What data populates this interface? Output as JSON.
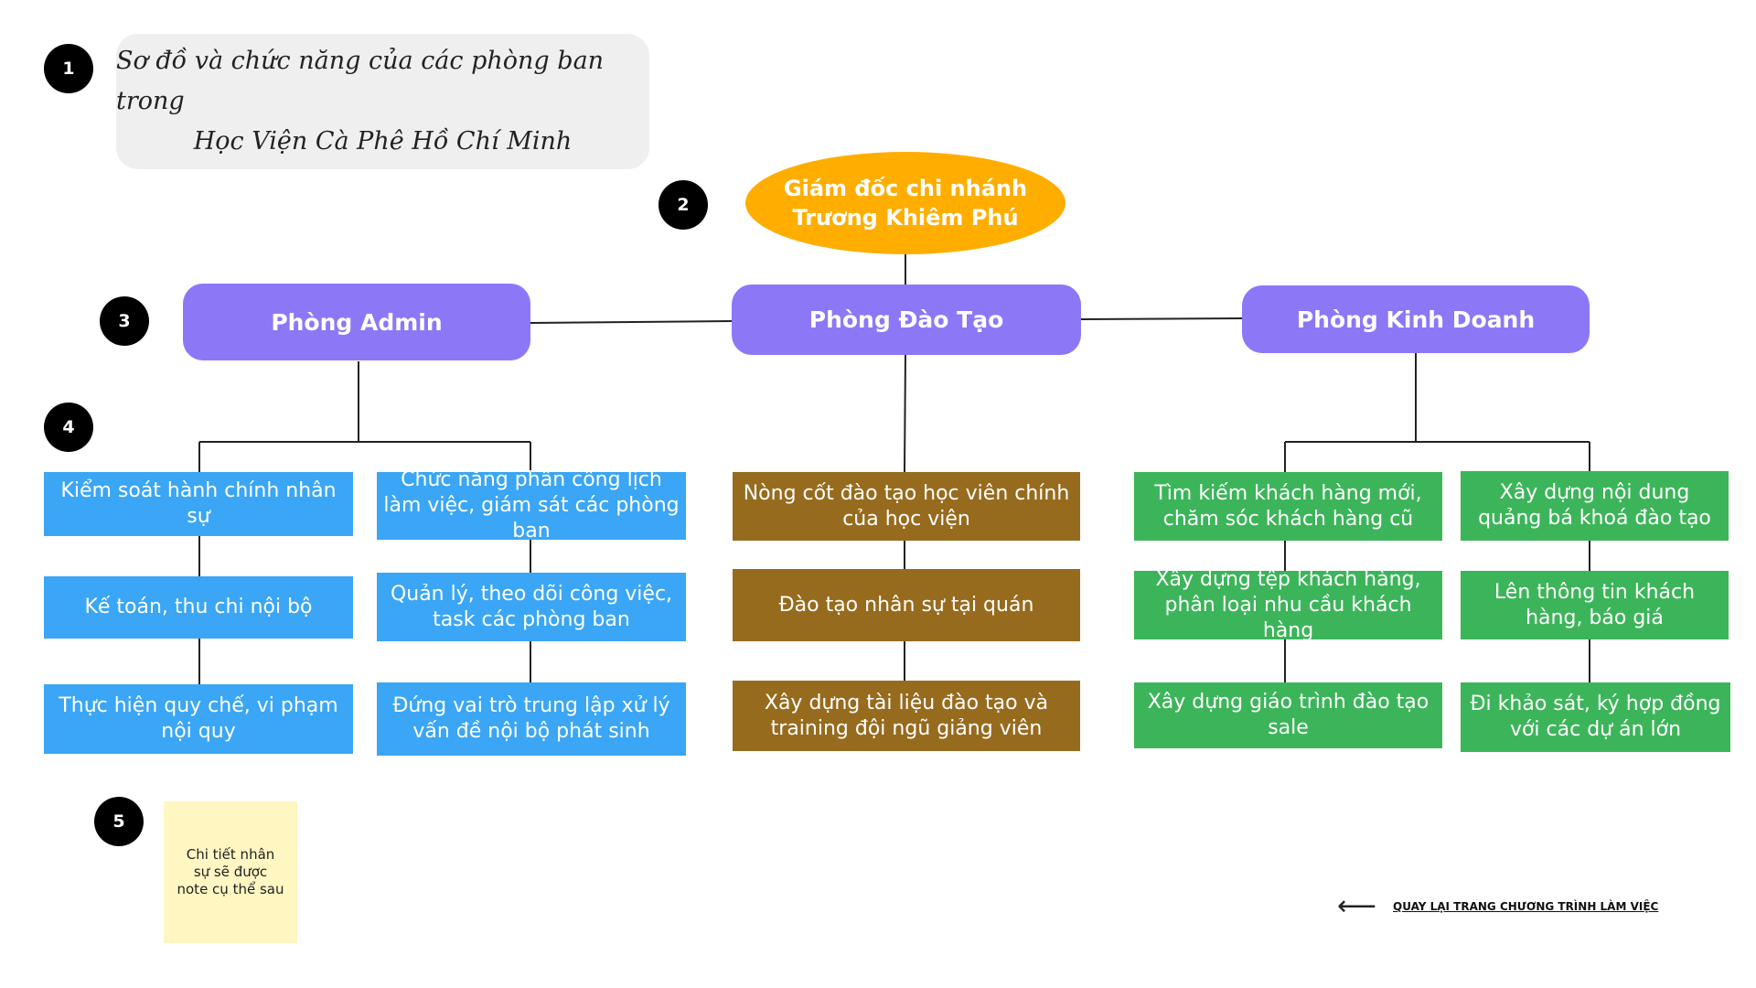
{
  "markers": [
    "1",
    "2",
    "3",
    "4",
    "5"
  ],
  "title": {
    "line1": "Sơ đồ và chức năng của các phòng ban trong",
    "line2": "Học Viện Cà Phê Hồ Chí Minh"
  },
  "director": {
    "line1": "Giám đốc chi nhánh",
    "line2": "Trương Khiêm Phú"
  },
  "departments": {
    "admin": "Phòng Admin",
    "training": "Phòng Đào Tạo",
    "sales": "Phòng Kinh Doanh"
  },
  "admin_left": [
    "Kiểm soát hành chính nhân sự",
    "Kế toán, thu chi nội bộ",
    "Thực hiện quy chế, vi phạm nội quy"
  ],
  "admin_right": [
    "Chức năng phân công lịch làm việc, giám sát các phòng ban",
    "Quản lý, theo dõi công việc, task các phòng ban",
    "Đứng vai trò trung lập xử lý vấn đề nội bộ phát sinh"
  ],
  "training_tasks": [
    "Nòng cốt đào tạo học viên chính của học viện",
    "Đào tạo nhân sự tại quán",
    "Xây dựng tài liệu đào tạo và training đội ngũ giảng viên"
  ],
  "sales_left": [
    "Tìm kiếm khách hàng mới, chăm sóc khách hàng cũ",
    "Xây dựng tệp khách hàng, phân loại nhu cầu khách hàng",
    "Xây dựng giáo trình đào tạo sale"
  ],
  "sales_right": [
    "Xây dựng nội dung quảng bá khoá đào tạo",
    "Lên thông tin khách hàng, báo giá",
    "Đi khảo sát, ký hợp đồng với các dự án lớn"
  ],
  "note": "Chi tiết nhân sự sẽ được note cụ thể sau",
  "back_link": {
    "icon": "left-arrow-icon",
    "label": "QUAY LẠI TRANG CHƯƠNG TRÌNH LÀM VIỆC"
  },
  "colors": {
    "director": "#ffae00",
    "department": "#8c78f7",
    "admin_tasks": "#3aa6f5",
    "training_tasks": "#976b1e",
    "sales_tasks": "#3cb55a",
    "note": "#fff6c2"
  }
}
